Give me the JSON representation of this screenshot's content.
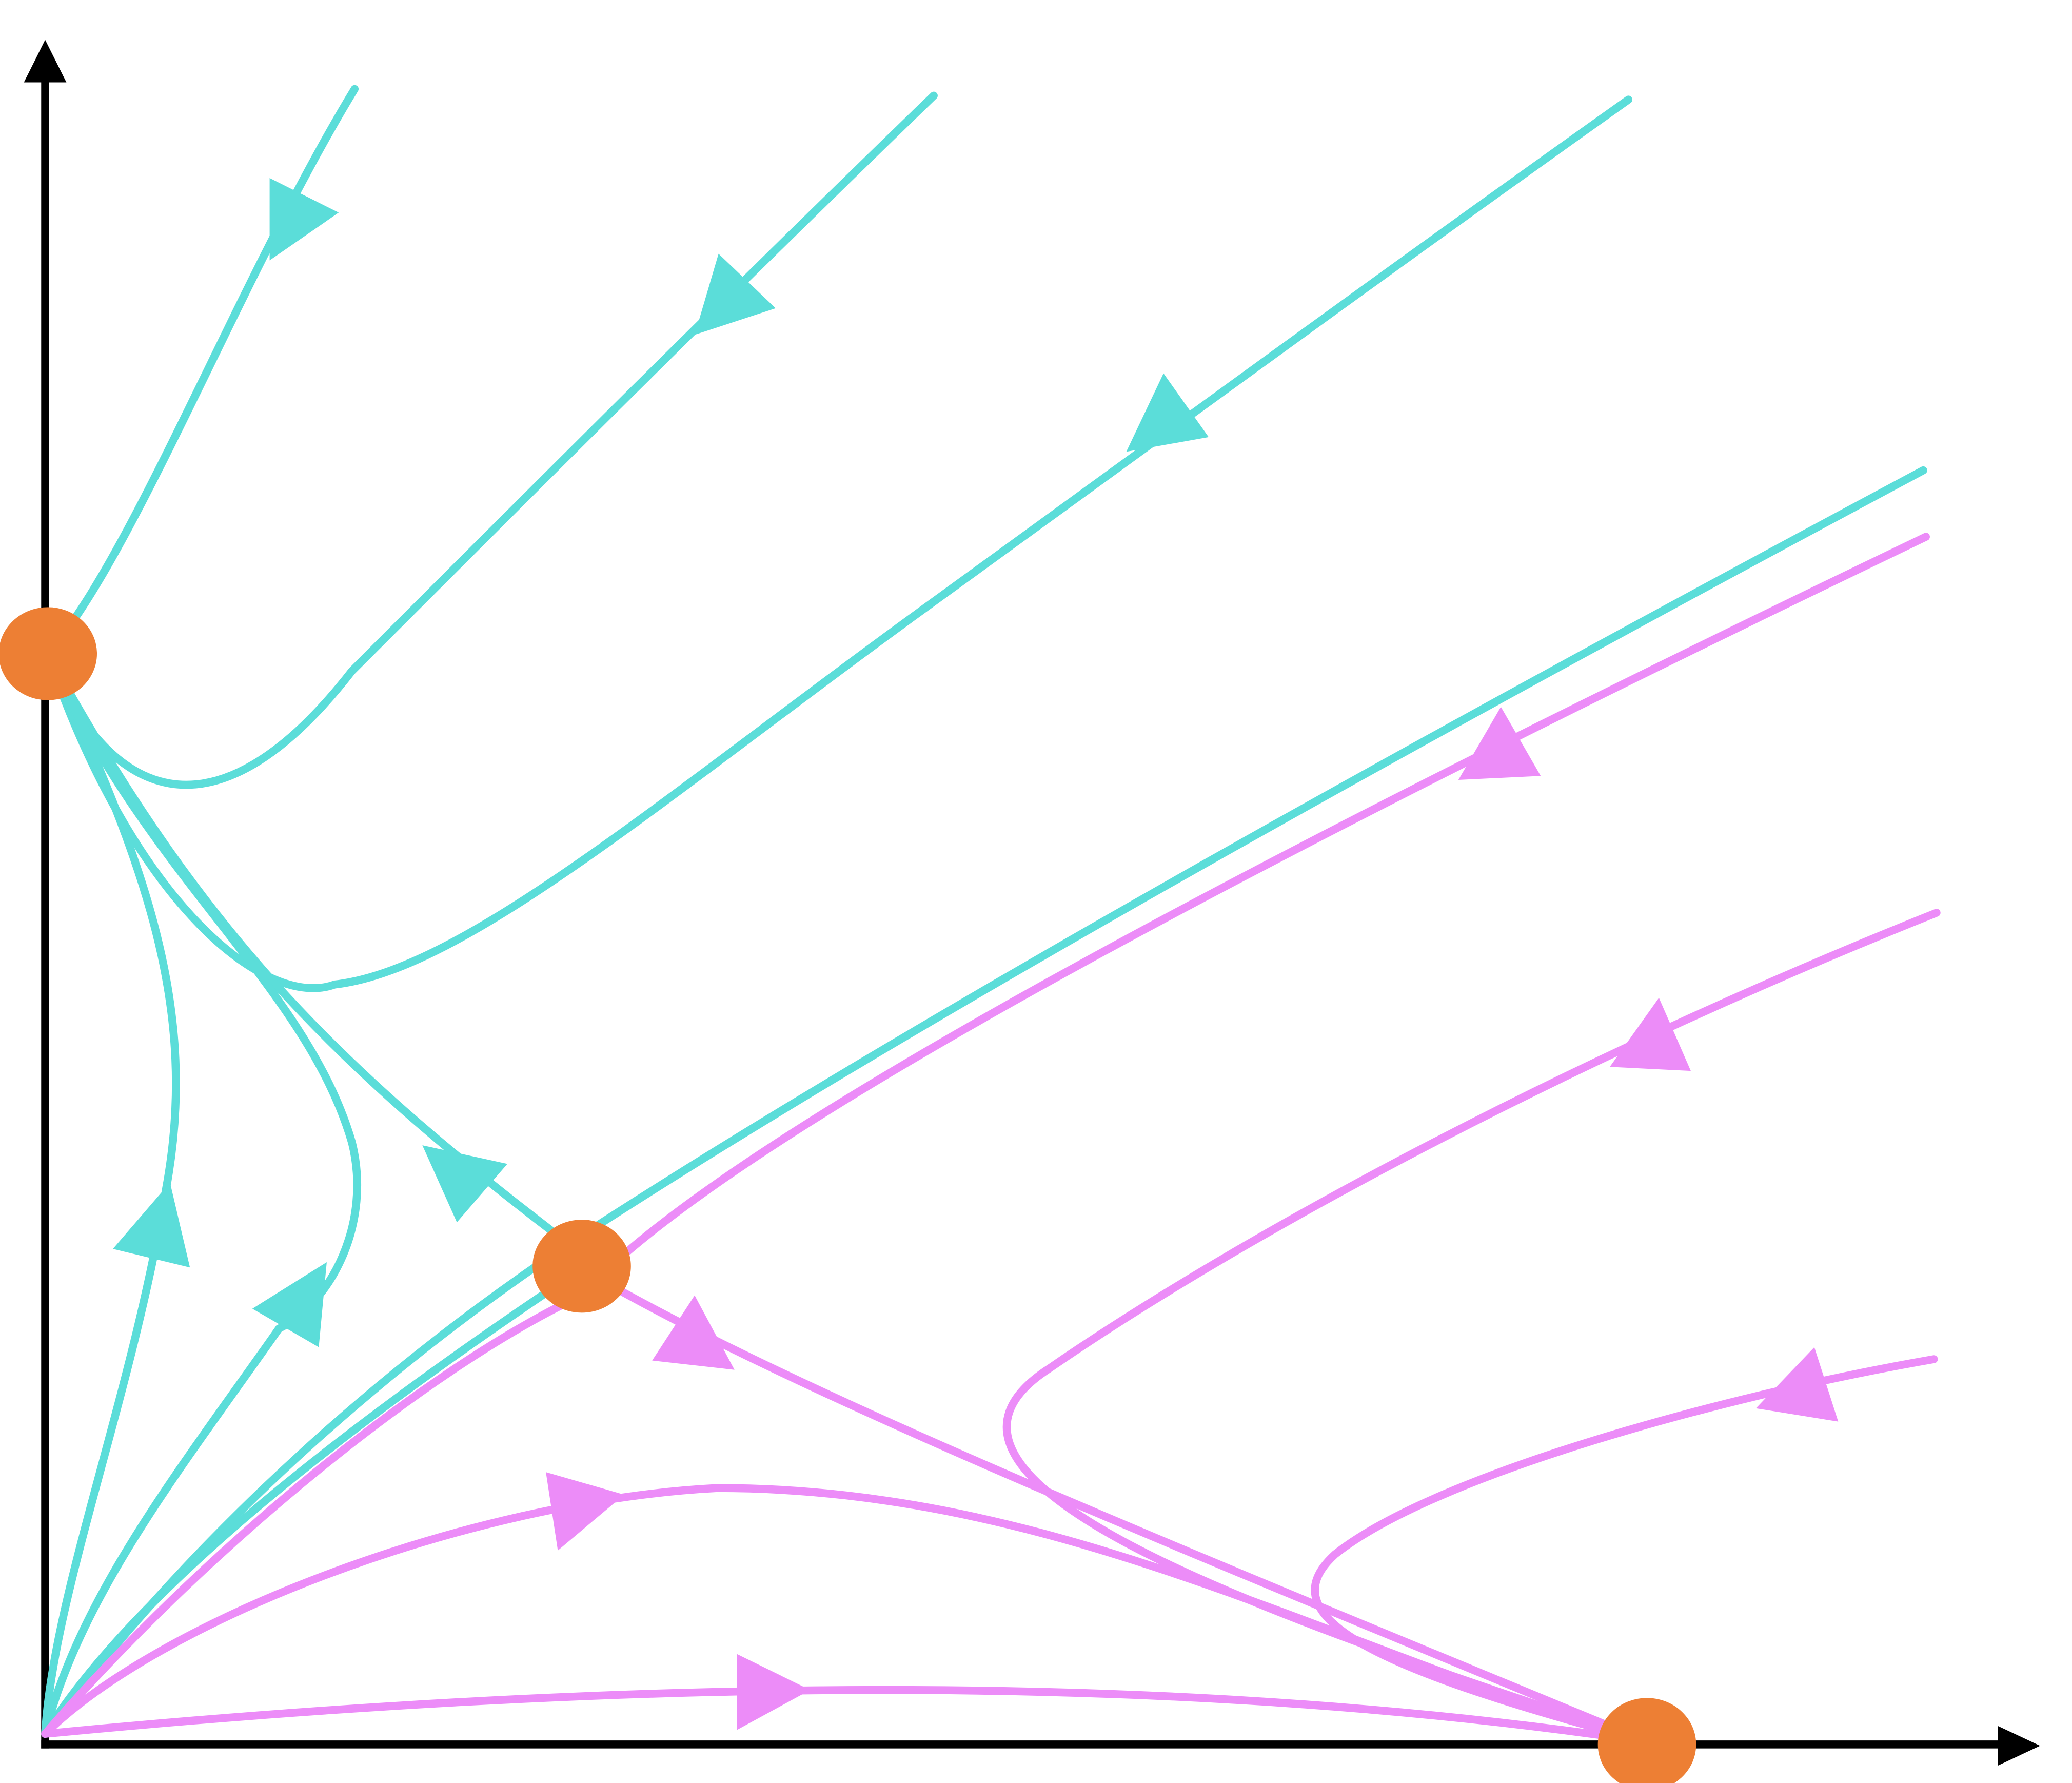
{
  "colors": {
    "background": "#ffffff",
    "axis": "#000000",
    "cyan_trajectory": "#5bddd9",
    "magenta_trajectory": "#ec8cf8",
    "equilibrium": "#ed7f34"
  },
  "diagram": {
    "type": "phase-portrait",
    "axes": {
      "x_arrow": true,
      "y_arrow": true,
      "tick_labels": "none",
      "axis_labels": "none"
    },
    "equilibria": [
      {
        "id": "on-y-axis",
        "kind": "stable-node"
      },
      {
        "id": "interior",
        "kind": "saddle"
      },
      {
        "id": "on-x-axis",
        "kind": "stable-node"
      },
      {
        "id": "origin",
        "kind": "unstable-node"
      }
    ],
    "trajectory_families": [
      {
        "color": "cyan",
        "attractor": "on-y-axis",
        "count": 8
      },
      {
        "color": "magenta",
        "attractor": "on-x-axis",
        "count": 6
      }
    ]
  }
}
